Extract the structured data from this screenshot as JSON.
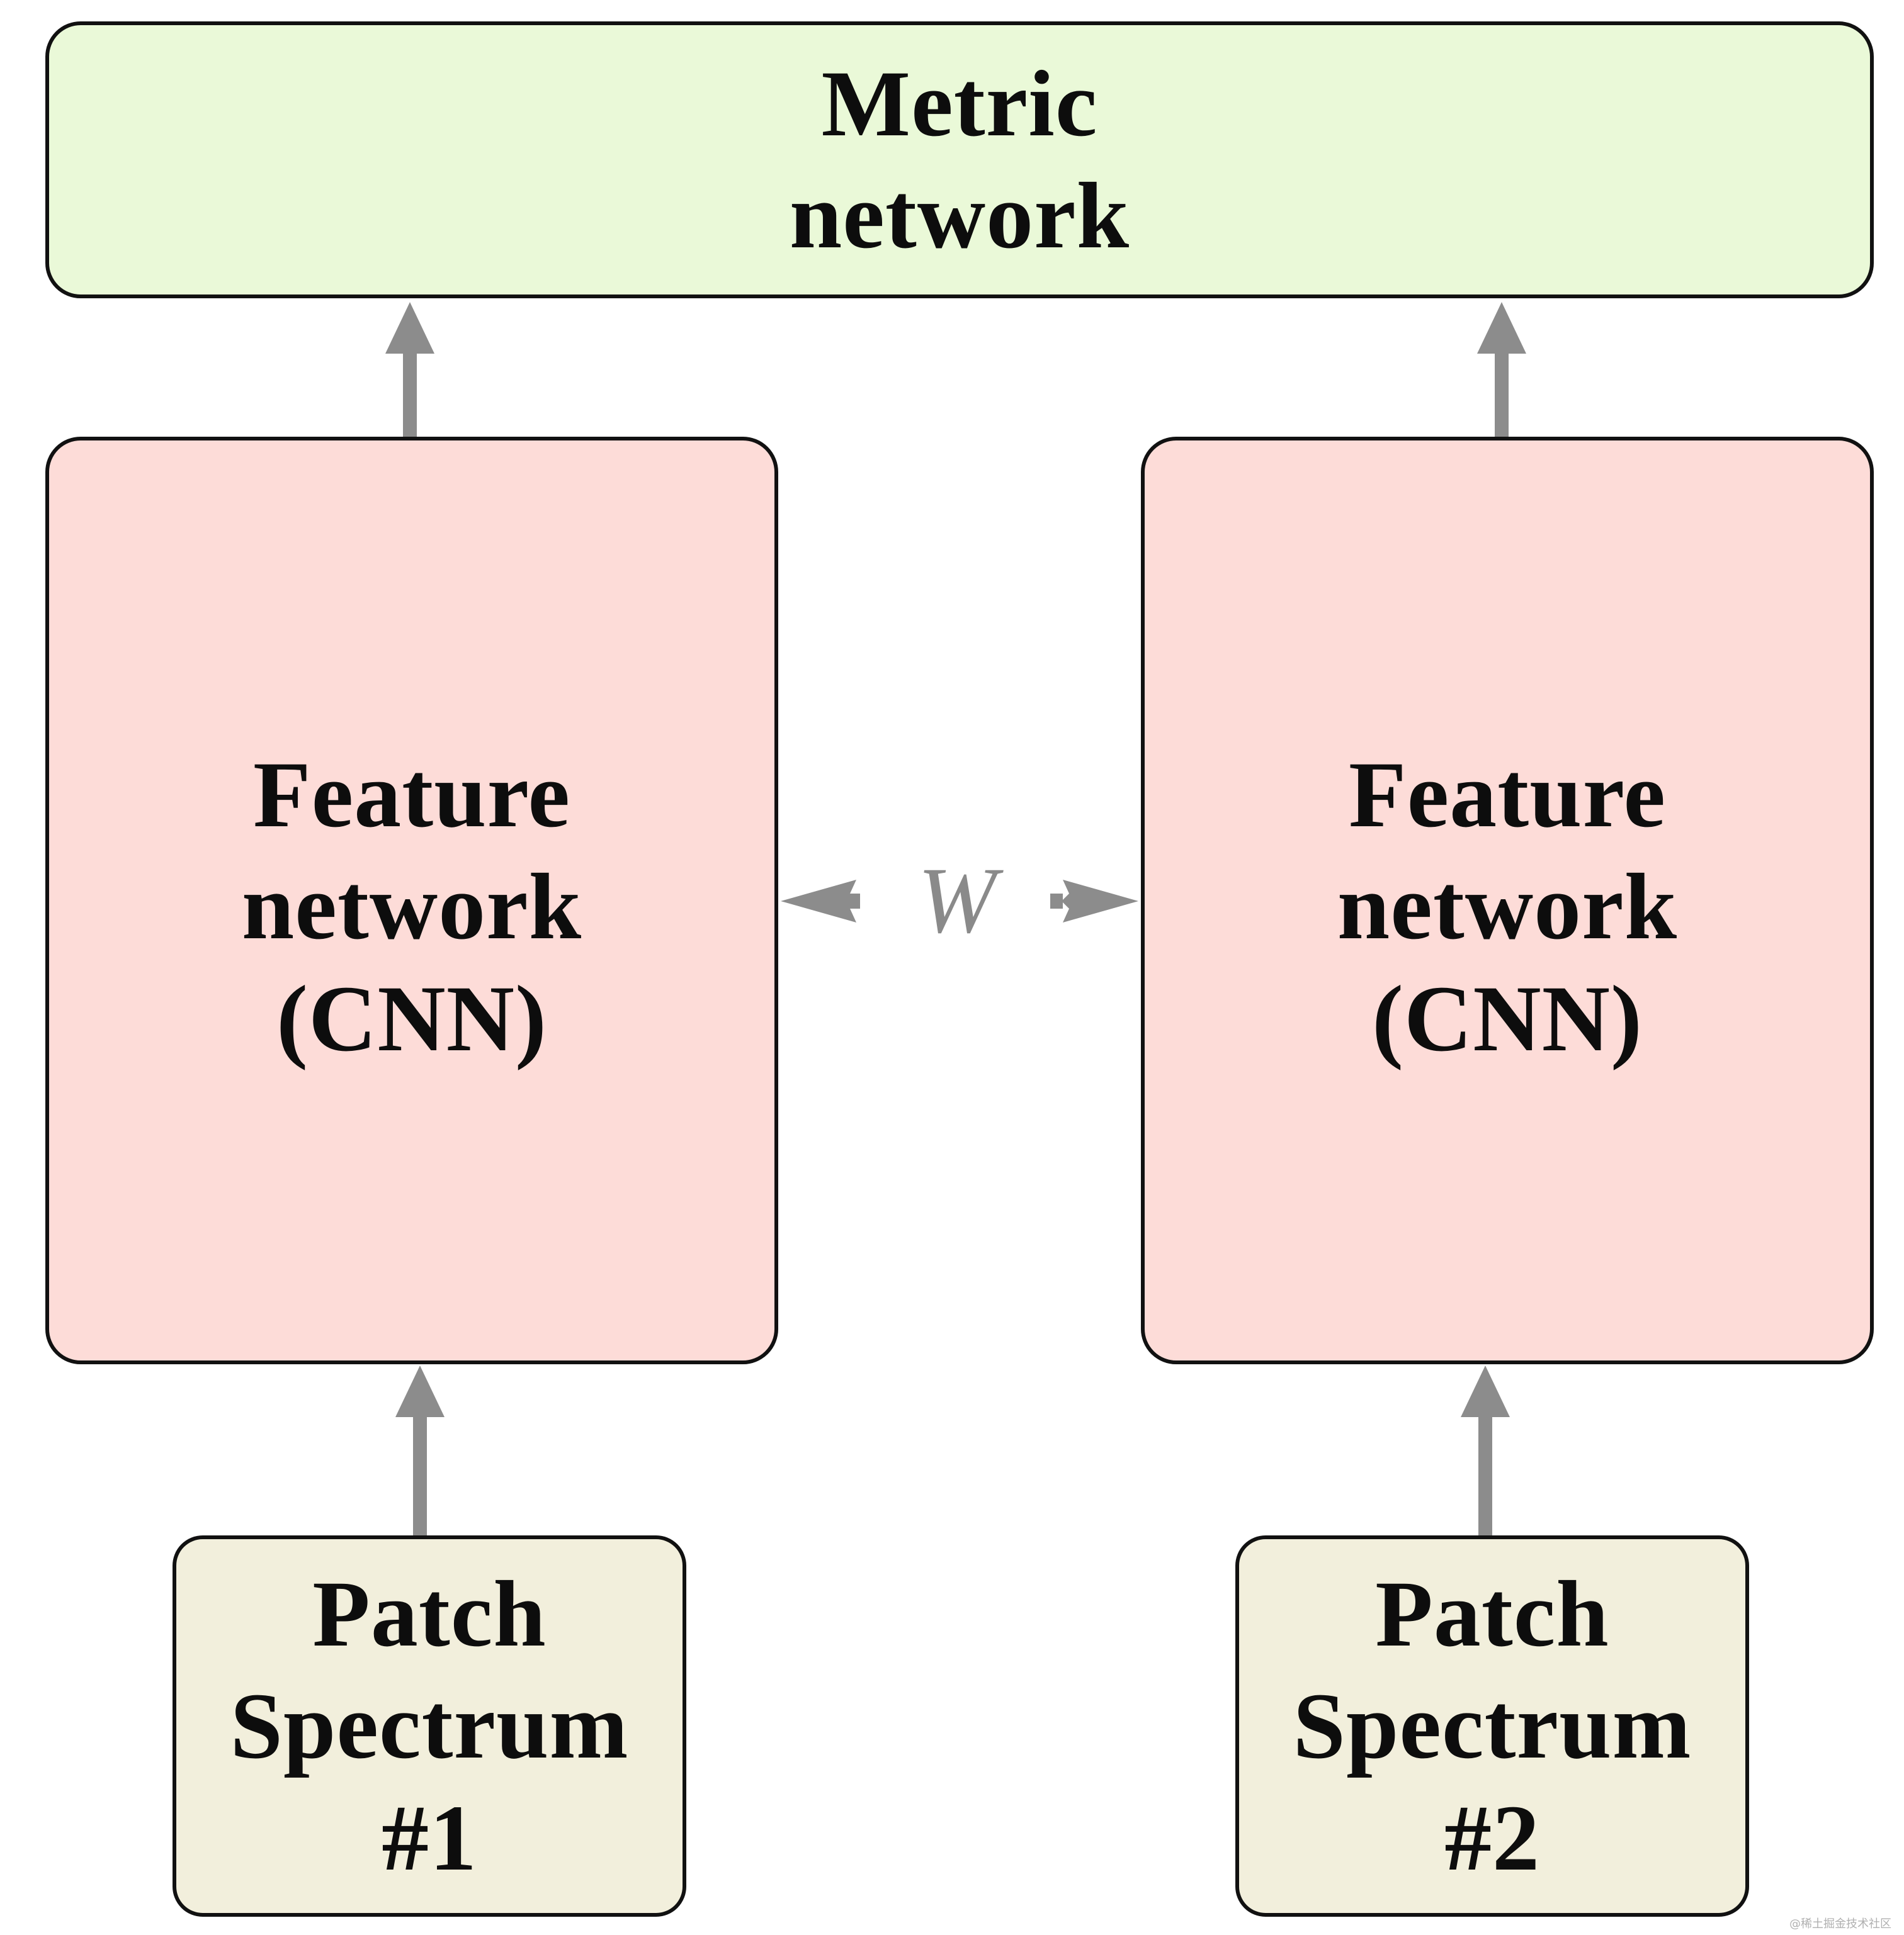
{
  "metric_network": {
    "lines": [
      "Metric",
      "network"
    ],
    "fill": "#eaf9d8"
  },
  "feature_networks": [
    {
      "lines": [
        "Feature",
        "network",
        "(CNN)"
      ],
      "fill": "#fddcd8"
    },
    {
      "lines": [
        "Feature",
        "network",
        "(CNN)"
      ],
      "fill": "#fddcd8"
    }
  ],
  "patches": [
    {
      "lines": [
        "Patch",
        "Spectrum",
        "#1"
      ],
      "fill": "#f2efdc"
    },
    {
      "lines": [
        "Patch",
        "Spectrum",
        "#2"
      ],
      "fill": "#f2efdc"
    }
  ],
  "shared_weights": {
    "label": "W"
  },
  "arrow_color": "#8c8c8c",
  "border_color": "#111111",
  "watermark": "@稀土掘金技术社区"
}
